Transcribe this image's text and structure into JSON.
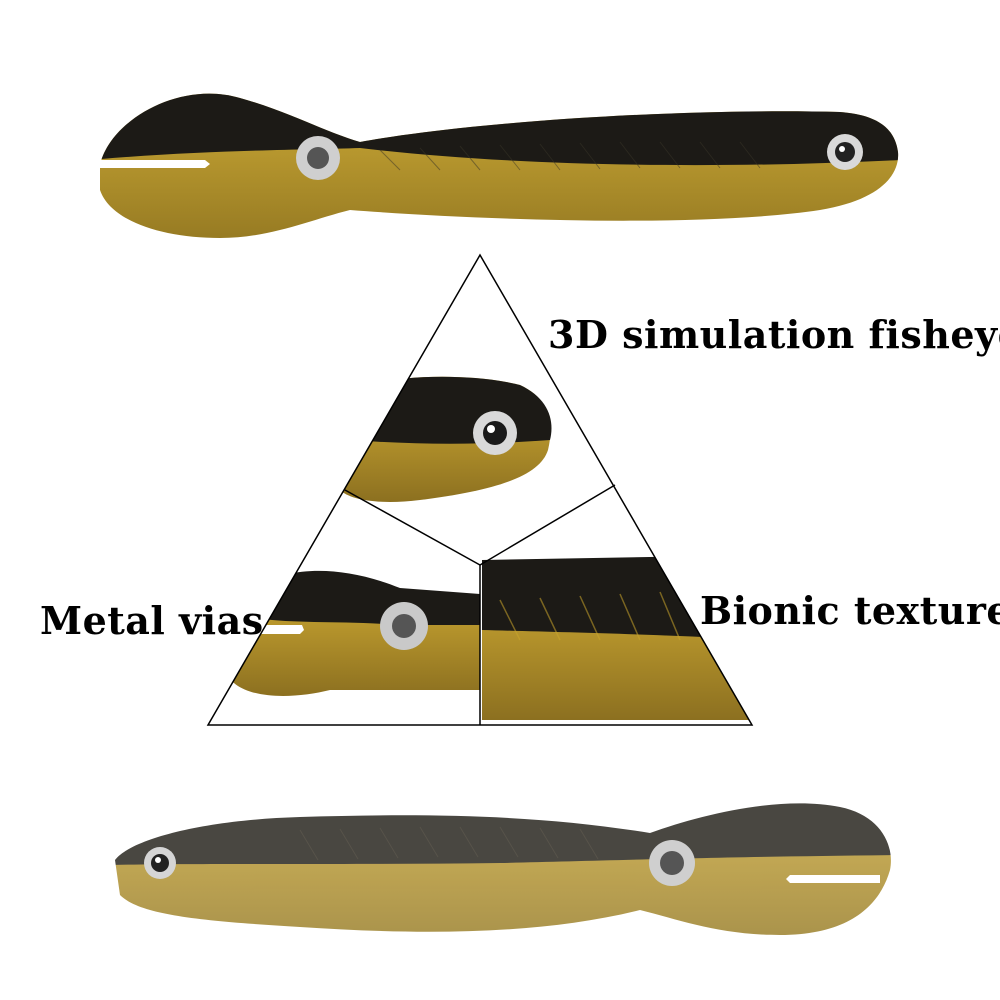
{
  "labels": {
    "fisheye": "3D simulation fisheye",
    "vias": "Metal vias",
    "texture": "Bionic texture"
  },
  "colors": {
    "back": "#1c1a16",
    "belly": "#c9a42c",
    "belly_dark": "#8a6e1c",
    "eye_ring": "#cfcfcf",
    "background": "#ffffff"
  }
}
